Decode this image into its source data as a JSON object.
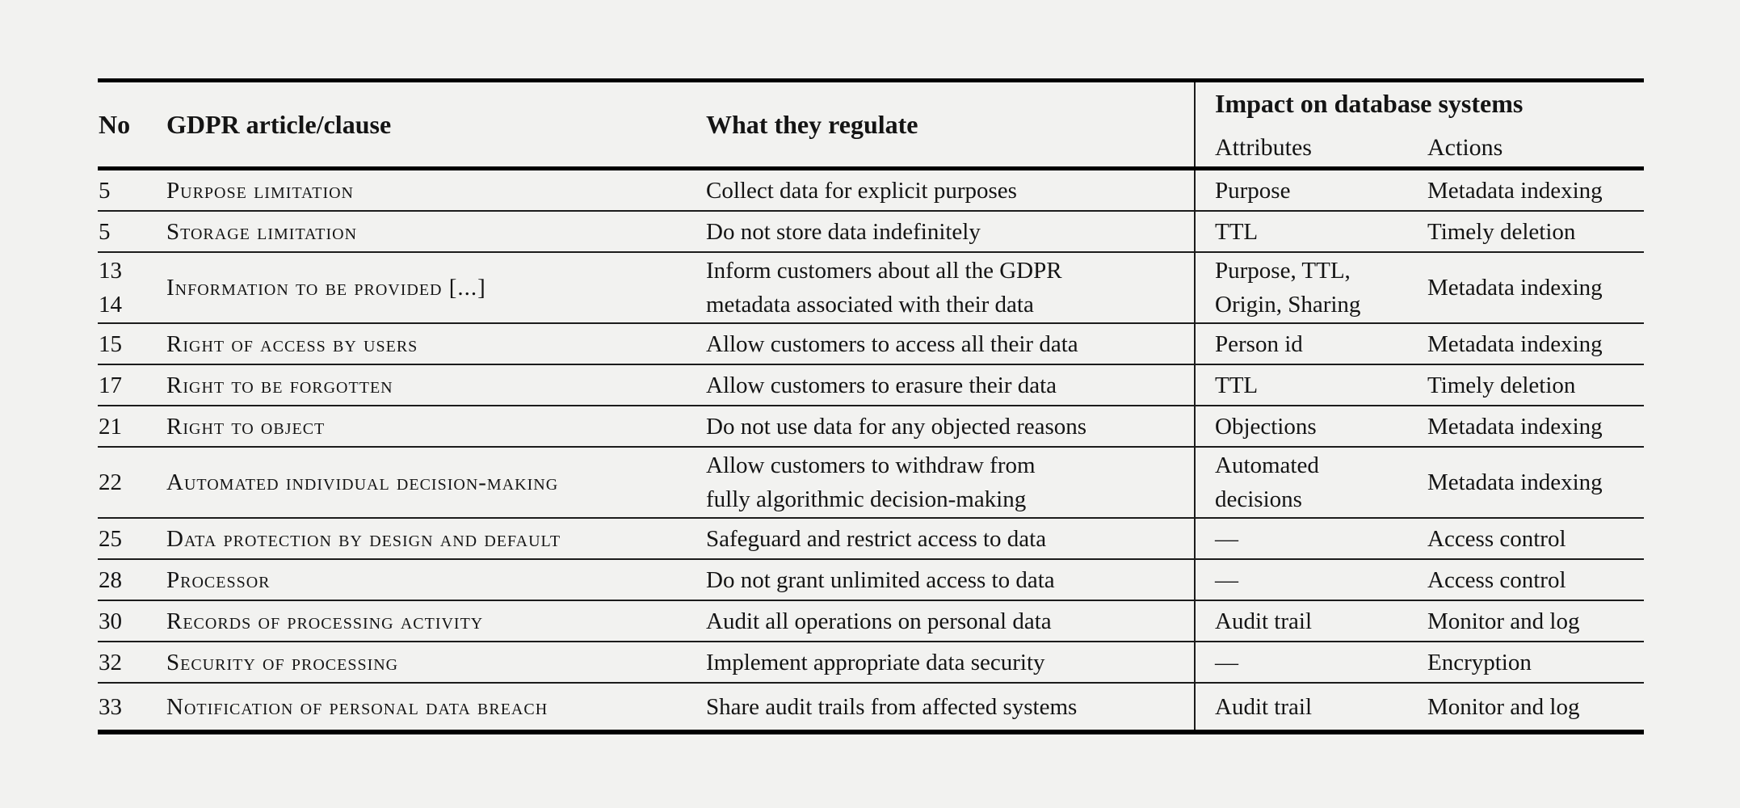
{
  "colors": {
    "background": "#f2f2f0",
    "text": "#141414",
    "rule": "#000000"
  },
  "table": {
    "headers": {
      "no": "No",
      "article": "GDPR article/clause",
      "regulate": "What they regulate",
      "impact_group": "Impact on database systems",
      "attributes": "Attributes",
      "actions": "Actions"
    },
    "rows": [
      {
        "no": "5",
        "article": "Purpose limitation",
        "regulate": "Collect data for explicit purposes",
        "attributes": "Purpose",
        "actions": "Metadata indexing"
      },
      {
        "no": "5",
        "article": "Storage limitation",
        "regulate": "Do not store data indefinitely",
        "attributes": "TTL",
        "actions": "Timely deletion"
      },
      {
        "no": "13\n14",
        "article": "Information to be provided [...]",
        "regulate": "Inform customers about all the GDPR\nmetadata associated with their data",
        "attributes": "Purpose, TTL,\nOrigin, Sharing",
        "actions": "Metadata indexing"
      },
      {
        "no": "15",
        "article": "Right of access by users",
        "regulate": "Allow customers to access all their data",
        "attributes": "Person id",
        "actions": "Metadata indexing"
      },
      {
        "no": "17",
        "article": "Right to be forgotten",
        "regulate": "Allow customers to erasure their data",
        "attributes": "TTL",
        "actions": "Timely deletion"
      },
      {
        "no": "21",
        "article": "Right to object",
        "regulate": "Do not use data for any objected reasons",
        "attributes": "Objections",
        "actions": "Metadata indexing"
      },
      {
        "no": "22",
        "article": "Automated individual decision-making",
        "regulate": "Allow customers to withdraw from\nfully algorithmic decision-making",
        "attributes": "Automated\ndecisions",
        "actions": "Metadata indexing"
      },
      {
        "no": "25",
        "article": "Data protection by design and default",
        "regulate": "Safeguard and restrict access to data",
        "attributes": "—",
        "actions": "Access control"
      },
      {
        "no": "28",
        "article": "Processor",
        "regulate": "Do not grant unlimited access to data",
        "attributes": "—",
        "actions": "Access control"
      },
      {
        "no": "30",
        "article": "Records of processing activity",
        "regulate": "Audit all operations on personal data",
        "attributes": "Audit trail",
        "actions": "Monitor and log"
      },
      {
        "no": "32",
        "article": "Security of processing",
        "regulate": "Implement appropriate data security",
        "attributes": "—",
        "actions": "Encryption"
      },
      {
        "no": "33",
        "article": "Notification of personal data breach",
        "regulate": "Share audit trails from affected systems",
        "attributes": "Audit trail",
        "actions": "Monitor and log"
      }
    ]
  }
}
